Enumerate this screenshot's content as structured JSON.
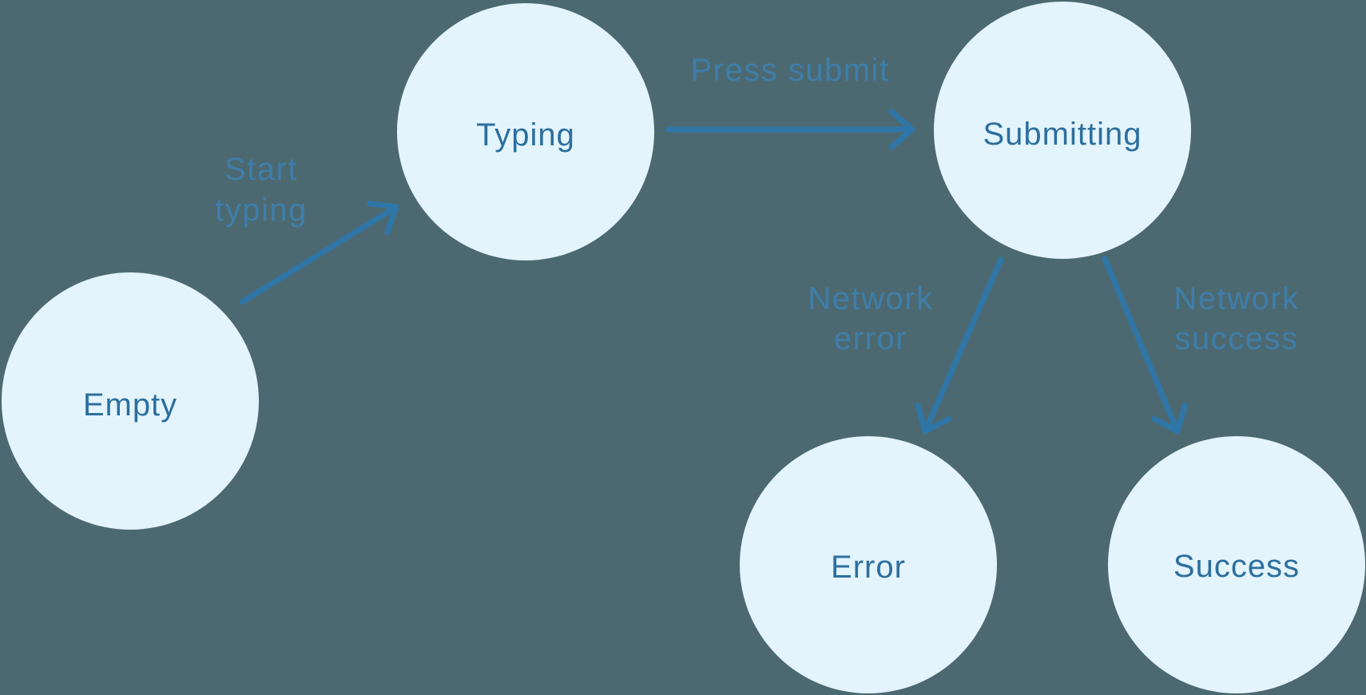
{
  "diagram": {
    "type": "state-machine",
    "states": [
      {
        "name": "Empty"
      },
      {
        "name": "Typing"
      },
      {
        "name": "Submitting"
      },
      {
        "name": "Error"
      },
      {
        "name": "Success"
      }
    ],
    "transitions": [
      {
        "from": "Empty",
        "to": "Typing",
        "event": "Start typing",
        "label_lines": [
          "Start",
          "typing"
        ]
      },
      {
        "from": "Typing",
        "to": "Submitting",
        "event": "Press submit",
        "label_lines": [
          "Press submit"
        ]
      },
      {
        "from": "Submitting",
        "to": "Error",
        "event": "Network error",
        "label_lines": [
          "Network",
          "error"
        ]
      },
      {
        "from": "Submitting",
        "to": "Success",
        "event": "Network success",
        "label_lines": [
          "Network",
          "success"
        ]
      }
    ],
    "colors": {
      "background": "#4C6971",
      "state_fill": "#E3F4FD",
      "state_text": "#2D6F9E",
      "arrow": "#2F76A8",
      "transition_label": "#3F7EA9"
    }
  }
}
